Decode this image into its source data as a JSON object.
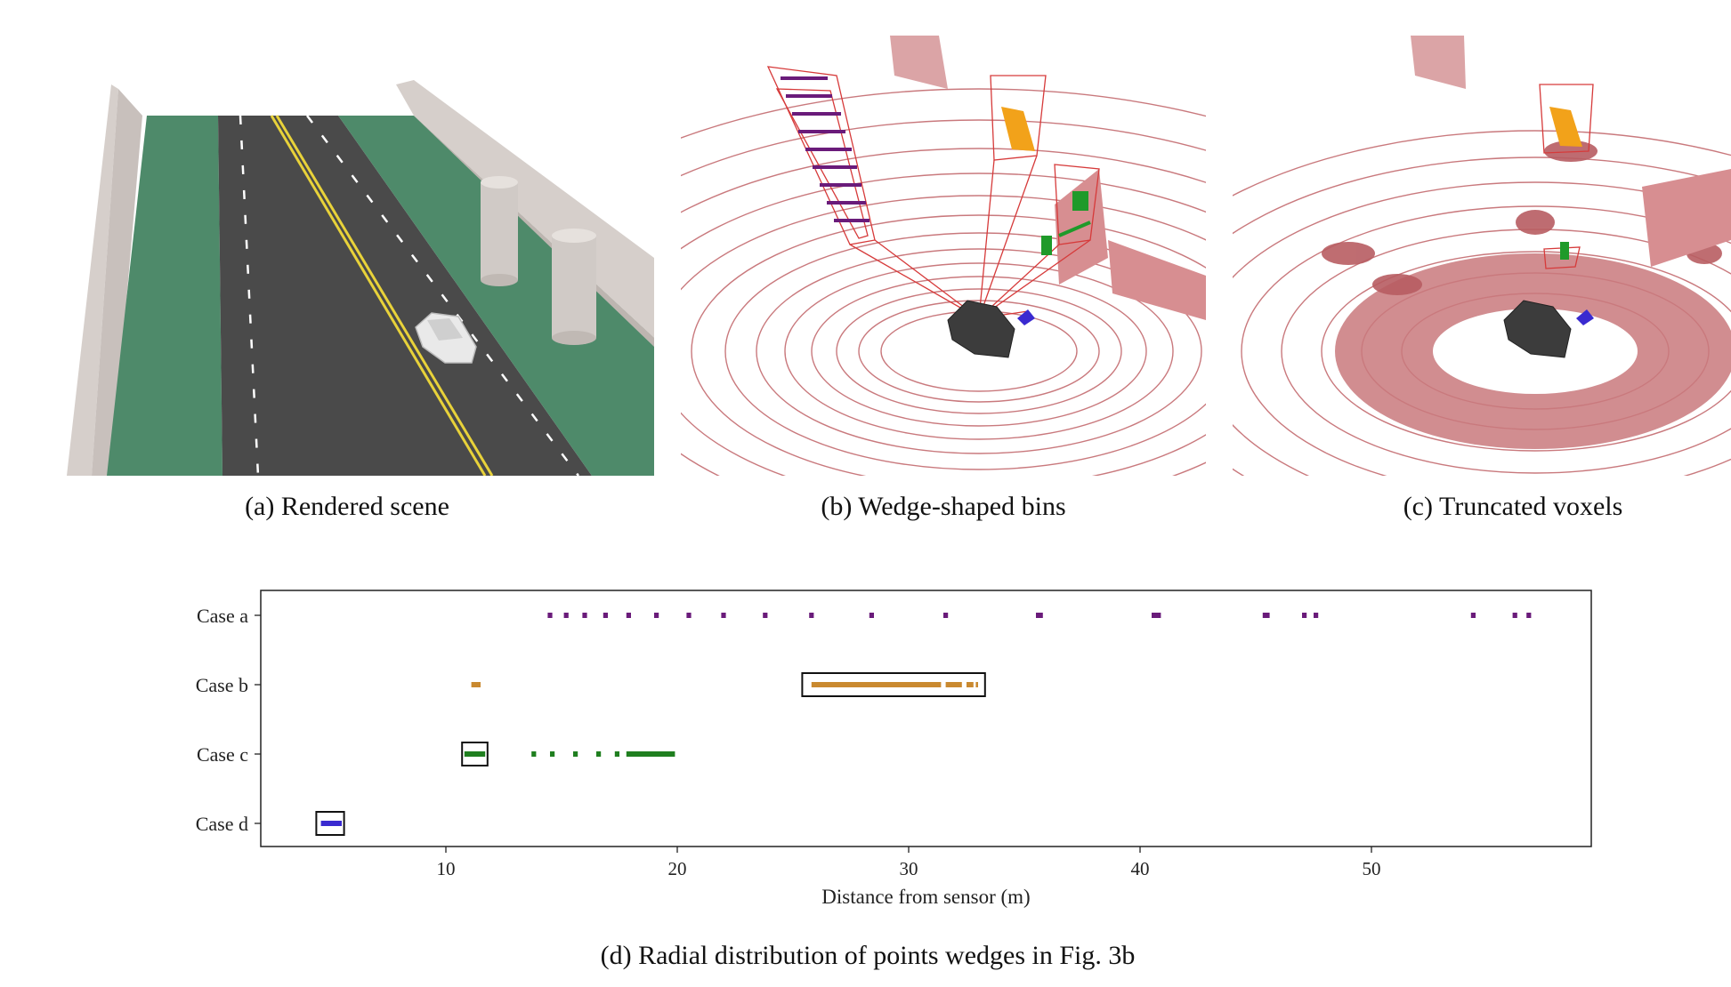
{
  "captions": {
    "a": "(a) Rendered scene",
    "b": "(b) Wedge-shaped bins",
    "c": "(c) Truncated voxels",
    "d": "(d) Radial distribution of points wedges in Fig. 3b"
  },
  "colors": {
    "road": "#4a4a4a",
    "grass": "#4e8a6a",
    "wall": "#d6cfcb",
    "lidar": "#c9797d",
    "purple": "#6a1b7a",
    "orange": "#c9892f",
    "green": "#1f7f1f",
    "blue": "#3a2ad0"
  },
  "chart_data": {
    "type": "scatter",
    "xlabel": "Distance from sensor (m)",
    "ylabel": "",
    "xticks": [
      10,
      20,
      30,
      40,
      50
    ],
    "xlim": [
      2,
      59.5
    ],
    "categories": [
      "Case a",
      "Case b",
      "Case c",
      "Case d"
    ],
    "series": [
      {
        "name": "Case a",
        "color": "#6a1b7a",
        "segments": [
          [
            14.4,
            14.6
          ],
          [
            15.1,
            15.3
          ],
          [
            15.9,
            16.1
          ],
          [
            16.8,
            17.0
          ],
          [
            17.8,
            18.0
          ],
          [
            19.0,
            19.2
          ],
          [
            20.4,
            20.6
          ],
          [
            21.9,
            22.1
          ],
          [
            23.7,
            23.9
          ],
          [
            25.7,
            25.9
          ],
          [
            28.3,
            28.5
          ],
          [
            31.5,
            31.7
          ],
          [
            35.5,
            35.8
          ],
          [
            40.5,
            40.9
          ],
          [
            45.3,
            45.6
          ],
          [
            47.0,
            47.2
          ],
          [
            47.5,
            47.7
          ],
          [
            54.3,
            54.5
          ],
          [
            56.1,
            56.3
          ],
          [
            56.7,
            56.9
          ]
        ]
      },
      {
        "name": "Case b",
        "color": "#c9892f",
        "segments": [
          [
            11.1,
            11.5
          ],
          [
            25.8,
            31.4
          ],
          [
            31.6,
            32.3
          ],
          [
            32.5,
            32.8
          ],
          [
            32.9,
            33.0
          ]
        ],
        "boxes": [
          [
            25.4,
            33.3
          ]
        ]
      },
      {
        "name": "Case c",
        "color": "#1f7f1f",
        "segments": [
          [
            10.8,
            11.7
          ],
          [
            13.7,
            13.9
          ],
          [
            14.5,
            14.7
          ],
          [
            15.5,
            15.7
          ],
          [
            16.5,
            16.7
          ],
          [
            17.3,
            17.5
          ],
          [
            17.8,
            19.9
          ]
        ],
        "boxes": [
          [
            10.7,
            11.8
          ]
        ]
      },
      {
        "name": "Case d",
        "color": "#3a2ad0",
        "segments": [
          [
            4.6,
            5.5
          ]
        ],
        "boxes": [
          [
            4.4,
            5.6
          ]
        ]
      }
    ]
  }
}
